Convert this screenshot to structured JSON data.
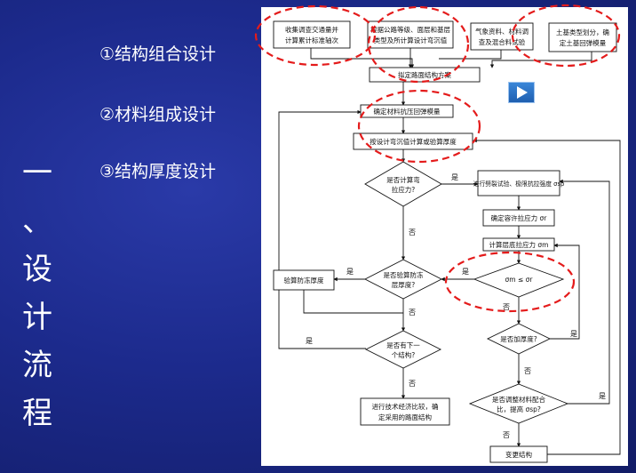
{
  "slide": {
    "title_chars": [
      "一",
      "、",
      "设",
      "计",
      "流",
      "程"
    ],
    "steps": [
      "①结构组合设计",
      "②材料组成设计",
      "③结构厚度设计"
    ]
  },
  "flowchart": {
    "top_boxes": [
      [
        "收集调查交通量并",
        "计算累计标准轴次"
      ],
      [
        "根据公路等级、面层和基层",
        "类型及所计算设计弯沉值"
      ],
      [
        "气象资料、材料调",
        "查及混合料试验"
      ],
      [
        "土基类型划分，确",
        "定土基回弹模量"
      ]
    ],
    "plan_box": "拟定路面结构方案",
    "modulus_box": "确定材料抗压回弹模量",
    "thickness_box": "按设计弯沉值计算或验算厚度",
    "decision_tensile": [
      "是否计算弯",
      "拉应力?"
    ],
    "splitting_box": "进行劈裂试验、极限抗拉强度 σsp",
    "allowable_box": "确定容许拉应力 σr",
    "layer_stress_box": "计算层底拉应力 σm",
    "compare_decision": "σm ≤ σr",
    "frost_box": "验算防冻厚度",
    "decision_frost": [
      "是否验算防冻",
      "层厚度?"
    ],
    "decision_thicken": "是否加厚度?",
    "decision_next": [
      "是否有下一",
      "个结构?"
    ],
    "decision_adjust": [
      "是否调整材料配合",
      "比，提高 σsp?"
    ],
    "econ_box": [
      "进行技术经济比较，确",
      "定采用的路面结构"
    ],
    "change_box": "变更结构",
    "yes": "是",
    "no": "否"
  },
  "colors": {
    "background": "#1c2a8c",
    "highlight": "#e41b1b",
    "text": "#ffffff"
  },
  "icons": {
    "play": "play-triangle-icon"
  }
}
